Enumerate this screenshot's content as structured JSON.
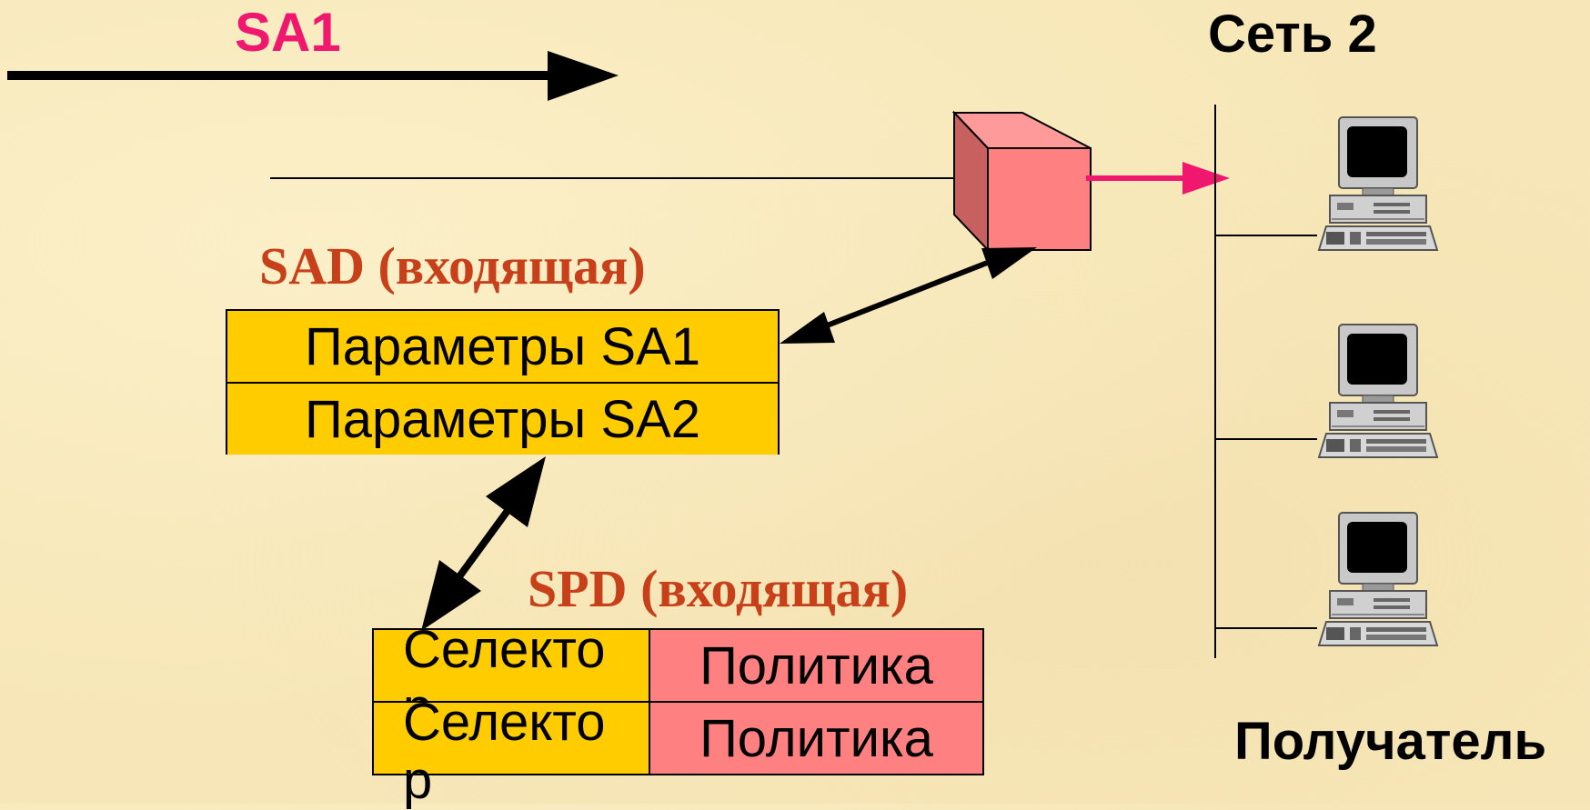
{
  "labels": {
    "sa1": "SA1",
    "network": "Сеть 2",
    "receiver": "Получатель",
    "sad_title": "SAD (входящая)",
    "spd_title": "SPD (входящая)"
  },
  "sad_rows": [
    "Параметры SA1",
    "Параметры SA2"
  ],
  "spd_rows": [
    {
      "selector": "Селектор",
      "policy": "Политика"
    },
    {
      "selector": "Селектор",
      "policy": "Политика"
    }
  ],
  "colors": {
    "background": "#f7e7b8",
    "sa1": "#f0186e",
    "db_title": "#c8401a",
    "table_yellow": "#ffcc00",
    "table_pink": "#ff8080",
    "cube": "#ff8080"
  },
  "icons": [
    "computer-icon",
    "computer-icon",
    "computer-icon",
    "security-gateway-cube-icon"
  ]
}
